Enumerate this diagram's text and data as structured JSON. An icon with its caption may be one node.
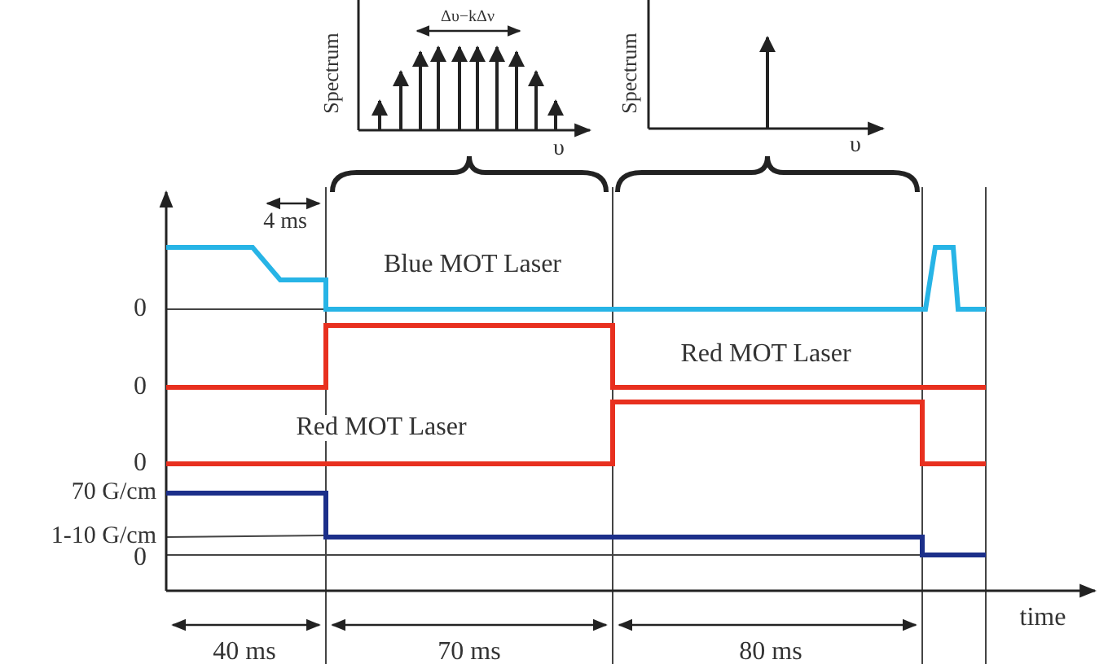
{
  "diagram": {
    "labels": [
      "Δυ−kΔν",
      "Spectrum",
      "υ",
      "Spectrum",
      "υ",
      "4 ms",
      "Blue MOT Laser",
      "0",
      "Red MOT Laser",
      "0",
      "Red MOT Laser",
      "0",
      "70 G/cm",
      "1-10 G/cm",
      "0",
      "time",
      "40 ms",
      "70 ms",
      "80 ms"
    ]
  }
}
